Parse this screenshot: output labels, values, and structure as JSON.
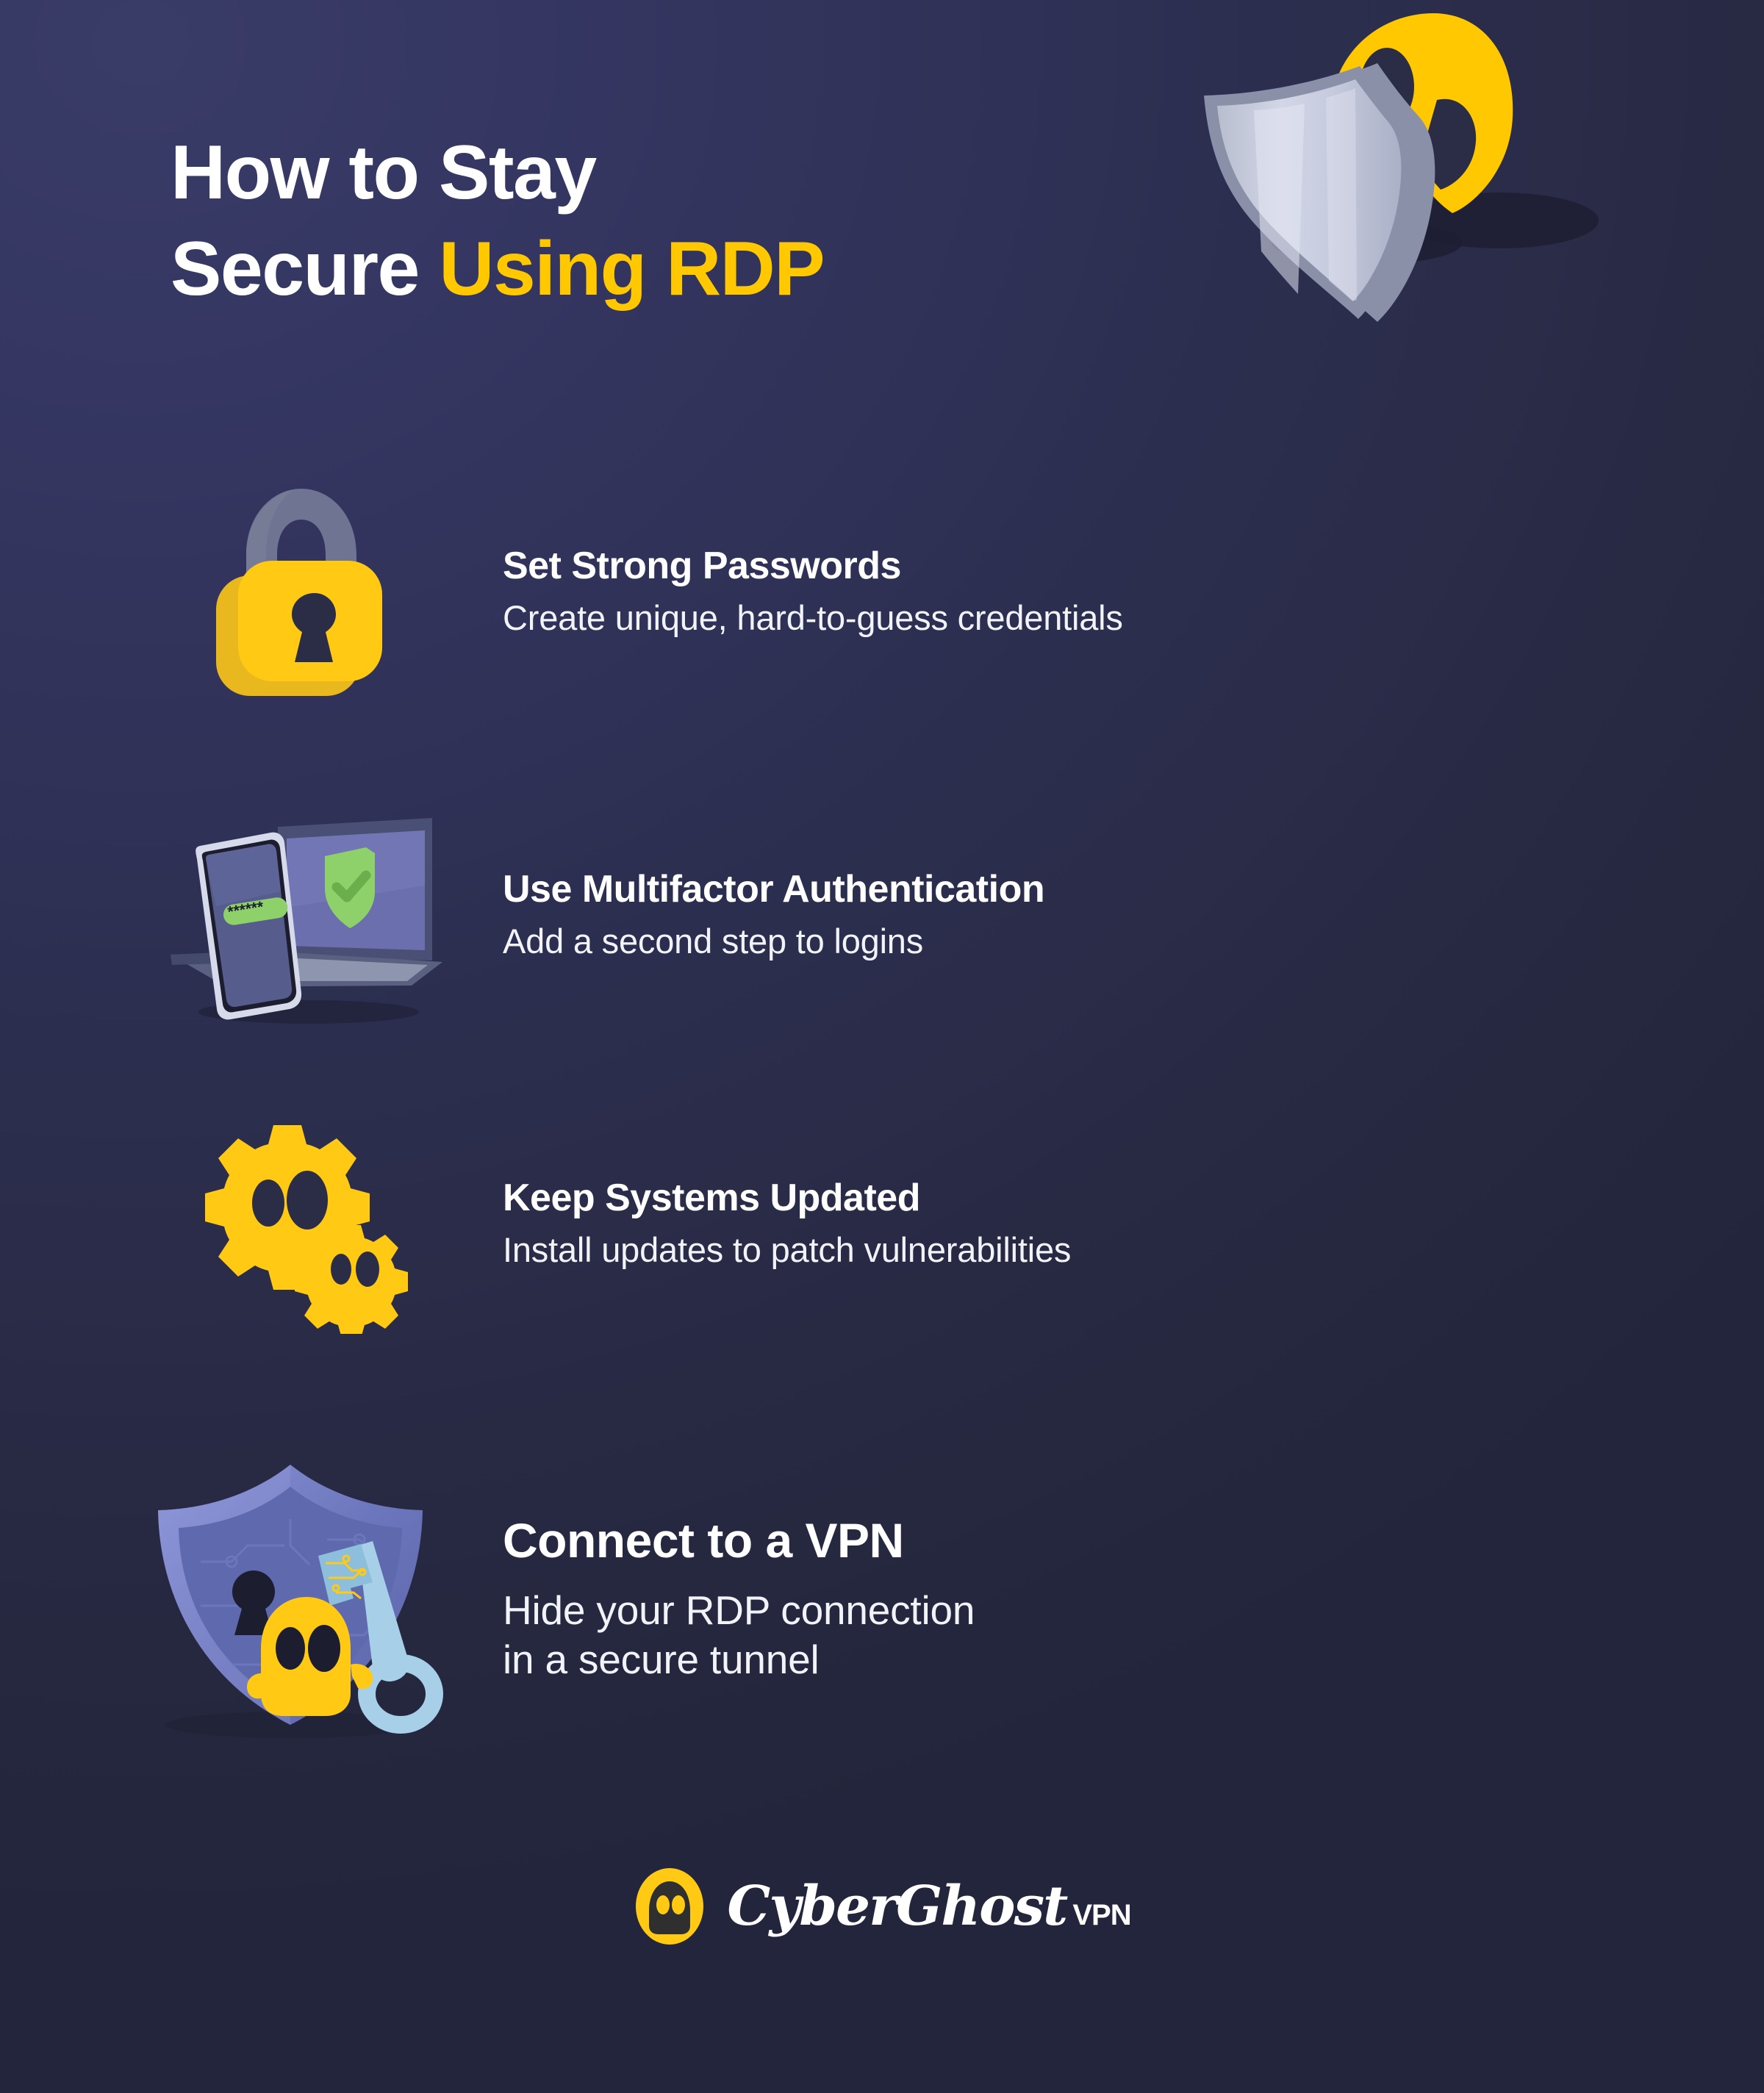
{
  "background": {
    "gradient_from": "#3a3c68",
    "gradient_to": "#23253c"
  },
  "colors": {
    "accent_yellow": "#FFC800",
    "text_white": "#FFFFFF",
    "shield_silver": "#C8CCE0",
    "shield_blue": "#6E78B8",
    "green": "#8ED16A",
    "key_blue": "#A8CFE8"
  },
  "header": {
    "title_line_1": "How to Stay",
    "title_line_2_plain": "Secure ",
    "title_line_2_accent": "Using RDP",
    "hero_icon": "shield-with-ghost-icon"
  },
  "tips": [
    {
      "icon": "padlock-icon",
      "title": "Set Strong Passwords",
      "description": "Create unique, hard-to-guess credentials"
    },
    {
      "icon": "laptop-phone-mfa-icon",
      "title": "Use Multifactor Authentication",
      "description": "Add a second step to logins",
      "phone_password_mask": "******"
    },
    {
      "icon": "gears-icon",
      "title": "Keep Systems Updated",
      "description": "Install updates to patch vulnerabilities"
    },
    {
      "icon": "shield-key-ghost-icon",
      "title": "Connect to a VPN",
      "description_line_1": "Hide your RDP connection",
      "description_line_2": "in a secure tunnel",
      "featured": true
    }
  ],
  "footer": {
    "logo_icon": "cyberghost-ghost-logo-icon",
    "brand_name": "CyberGhost",
    "brand_suffix": "VPN"
  }
}
